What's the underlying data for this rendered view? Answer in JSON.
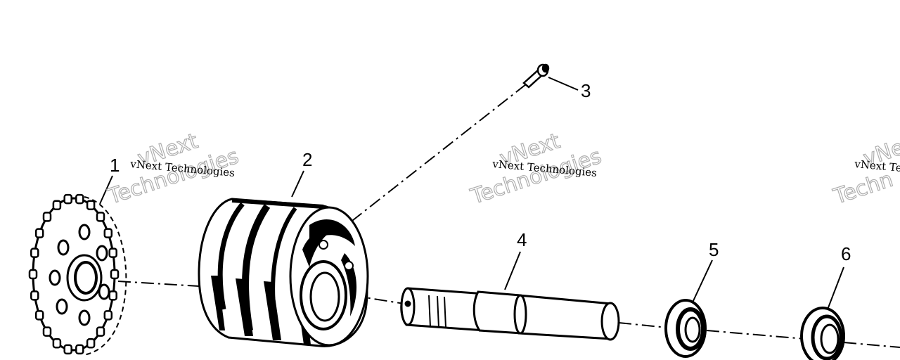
{
  "callouts": {
    "c1": "1",
    "c2": "2",
    "c3": "3",
    "c4": "4",
    "c5": "5",
    "c6": "6"
  },
  "watermarks": [
    {
      "line1": "vNext Technologies",
      "line2": "vNext",
      "line3": "Technologies"
    },
    {
      "line1": "vNext Technologies",
      "line2": "vNext",
      "line3": "Technologies"
    },
    {
      "line1": "vNext Tec",
      "line2": "vNe",
      "line3": "Techn"
    }
  ],
  "colors": {
    "ink": "#000000",
    "watermark_outline": "#9a9a9a",
    "background": "#ffffff"
  }
}
